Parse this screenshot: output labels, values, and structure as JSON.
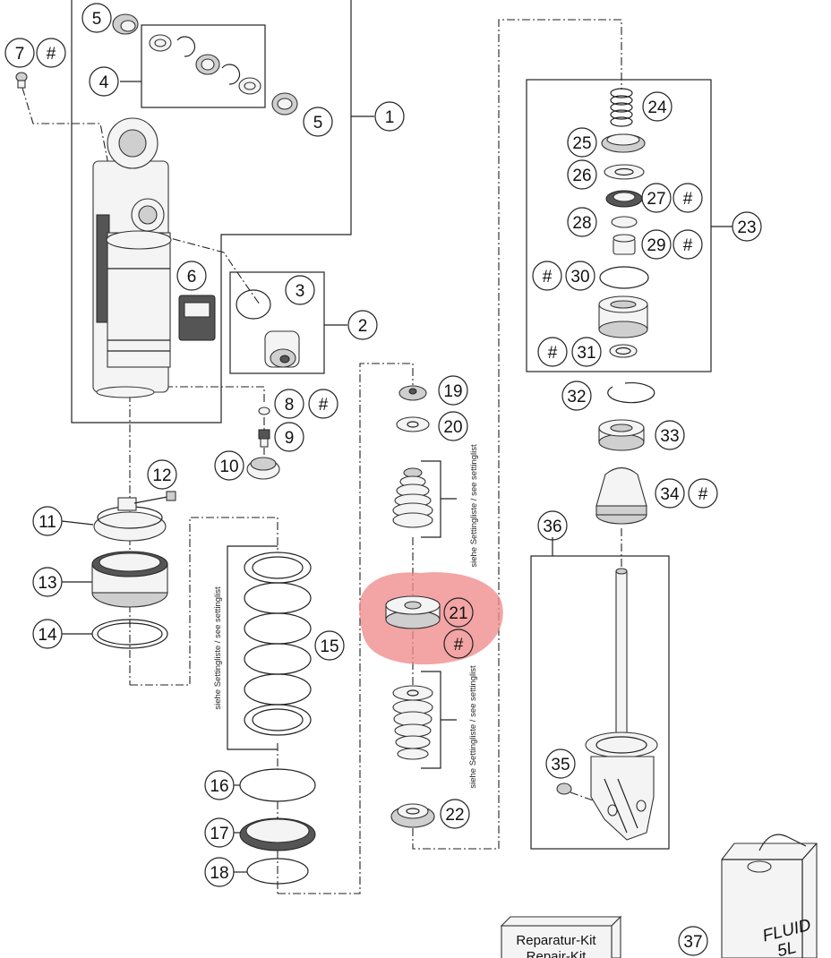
{
  "callouts": [
    {
      "id": "c1",
      "label": "1"
    },
    {
      "id": "c2",
      "label": "2"
    },
    {
      "id": "c3",
      "label": "3"
    },
    {
      "id": "c4",
      "label": "4"
    },
    {
      "id": "c5a",
      "label": "5"
    },
    {
      "id": "c5b",
      "label": "5"
    },
    {
      "id": "c6",
      "label": "6"
    },
    {
      "id": "c7",
      "label": "7"
    },
    {
      "id": "c8",
      "label": "8"
    },
    {
      "id": "c9",
      "label": "9"
    },
    {
      "id": "c10",
      "label": "10"
    },
    {
      "id": "c11",
      "label": "11"
    },
    {
      "id": "c12",
      "label": "12"
    },
    {
      "id": "c13",
      "label": "13"
    },
    {
      "id": "c14",
      "label": "14"
    },
    {
      "id": "c15",
      "label": "15"
    },
    {
      "id": "c16",
      "label": "16"
    },
    {
      "id": "c17",
      "label": "17"
    },
    {
      "id": "c18",
      "label": "18"
    },
    {
      "id": "c19",
      "label": "19"
    },
    {
      "id": "c20",
      "label": "20"
    },
    {
      "id": "c21",
      "label": "21"
    },
    {
      "id": "c22",
      "label": "22"
    },
    {
      "id": "c23",
      "label": "23"
    },
    {
      "id": "c24",
      "label": "24"
    },
    {
      "id": "c25",
      "label": "25"
    },
    {
      "id": "c26",
      "label": "26"
    },
    {
      "id": "c27",
      "label": "27"
    },
    {
      "id": "c28",
      "label": "28"
    },
    {
      "id": "c29",
      "label": "29"
    },
    {
      "id": "c30",
      "label": "30"
    },
    {
      "id": "c31",
      "label": "31"
    },
    {
      "id": "c32",
      "label": "32"
    },
    {
      "id": "c33",
      "label": "33"
    },
    {
      "id": "c34",
      "label": "34"
    },
    {
      "id": "c35",
      "label": "35"
    },
    {
      "id": "c36",
      "label": "36"
    },
    {
      "id": "c37",
      "label": "37"
    }
  ],
  "hash_marks": [
    {
      "id": "h7",
      "label": "#"
    },
    {
      "id": "h8",
      "label": "#"
    },
    {
      "id": "h21",
      "label": "#"
    },
    {
      "id": "h27",
      "label": "#"
    },
    {
      "id": "h29",
      "label": "#"
    },
    {
      "id": "h30",
      "label": "#"
    },
    {
      "id": "h31",
      "label": "#"
    },
    {
      "id": "h34",
      "label": "#"
    }
  ],
  "vertical_notes": {
    "spring": "siehe Settingliste / see settinglist",
    "shims_upper": "siehe Settingliste / see settinglist",
    "shims_lower": "siehe Settingliste / see settinglist"
  },
  "repair_kit": {
    "line1": "Reparatur-Kit",
    "line2": "Repair-Kit"
  },
  "fluid_can": {
    "line1": "FLUID",
    "line2": "5L"
  },
  "colors": {
    "highlight": "#f08a8a",
    "line": "#222222",
    "part_fill": "#f4f4f4"
  }
}
